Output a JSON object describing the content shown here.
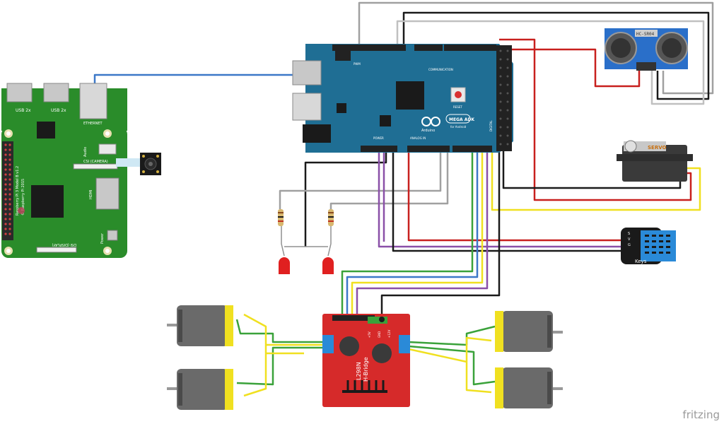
{
  "watermark": "fritzing",
  "raspberry_pi": {
    "usb_label_1": "USB 2x",
    "usb_label_2": "USB 2x",
    "ethernet_label": "ETHERNET",
    "audio_label": "Audio",
    "camera_label": "CSI (CAMERA)",
    "hdmi_label": "HDMI",
    "display_label": "DSI (DISPLAY)",
    "power_label": "Power",
    "model_text": "Raspberry Pi 3 Model B v1.2",
    "copyright_text": "© Raspberry Pi 2015",
    "board_color": "#2a8c2a"
  },
  "arduino": {
    "model_label": "MEGA ADK",
    "sub_label": "for Android",
    "brand_label": "Arduino",
    "reset_label": "RESET",
    "power_header_label": "POWER",
    "analog_header_label": "ANALOG IN",
    "communication_label": "COMMUNICATION",
    "pwm_label": "PWM",
    "digital_label": "DIGITAL",
    "board_color": "#1f6e94"
  },
  "ultrasonic": {
    "label": "HC-SR04",
    "board_color": "#2a6fc9"
  },
  "servo": {
    "label": "SERVO"
  },
  "dht": {
    "label": "Keys",
    "pin_labels": [
      "S",
      "V",
      "G"
    ]
  },
  "hbridge": {
    "title_1": "L298N",
    "title_2": "H-Bridge",
    "label_5v": "+5V",
    "label_gnd": "GND",
    "label_12v": "+12V",
    "board_color": "#d62a2a"
  },
  "wire_colors": {
    "red": "#c8201e",
    "black": "#1a1a1a",
    "green": "#3aa23a",
    "yellow": "#f0e020",
    "blue": "#3c78c8",
    "purple": "#8a50a8",
    "gray": "#a0a0a0"
  }
}
